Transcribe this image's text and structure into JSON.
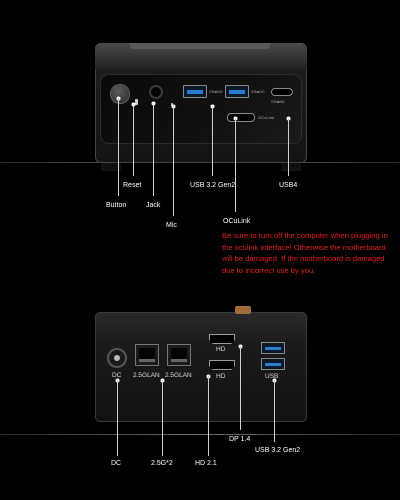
{
  "top_device": {
    "port_markings": {
      "usb_a_left": "SS⇄10",
      "usb_a_right": "SS⇄10",
      "usb_c": "SS⇄40",
      "oculink": "OCuLink"
    },
    "callouts": {
      "button": "Button",
      "reset": "Reset",
      "jack": "Jack",
      "mic": "Mic",
      "usb32": "USB 3.2 Gen2",
      "usb4": "USB4",
      "oculink": "OCuLink"
    }
  },
  "warning_text": "Be sure to turn off the computer when plugging in the oculink interface! Otherwise the motherboard will be damaged. If the motherboard is damaged due to incorrect use by you,",
  "bottom_device": {
    "port_labels": {
      "dc": "DC",
      "lan1": "2.5GLAN",
      "lan2": "2.5GLAN",
      "hd_top": "HD",
      "hd_bottom": "HD",
      "usb": "USB"
    },
    "callouts": {
      "dc": "DC",
      "lan": "2.5G*2",
      "hd21": "HD 2.1",
      "dp14": "DP 1.4",
      "usb32": "USB 3.2 Gen2"
    }
  },
  "colors": {
    "background": "#000000",
    "warning": "#e02020",
    "usb_blue": "#2f7ad1"
  }
}
